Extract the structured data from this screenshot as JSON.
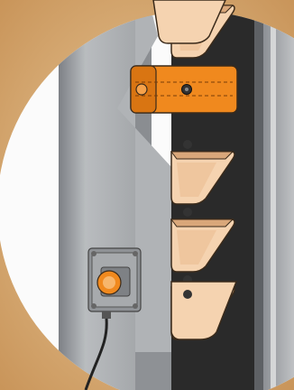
{
  "illustration": {
    "subject": "bucket-elevator-with-sensor",
    "colors": {
      "background": "#d9b27a",
      "circle": "#fbfbfb",
      "casing": "#9b9ea3",
      "casing_light": "#c9cbcd",
      "belt": "#2a2a2a",
      "bucket": "#f5d3b0",
      "bucket_dark": "#d9a77a",
      "highlight": "#f0891e",
      "sensor": "#8f9296",
      "sensor_face": "#f0891e",
      "cable": "#222222"
    },
    "icons": [
      "bucket-icon",
      "highlighted-bucket-icon",
      "bolt-icon",
      "motion-sensor-icon",
      "cable-icon"
    ],
    "buckets_visible": 6,
    "highlighted_bucket": 2
  }
}
